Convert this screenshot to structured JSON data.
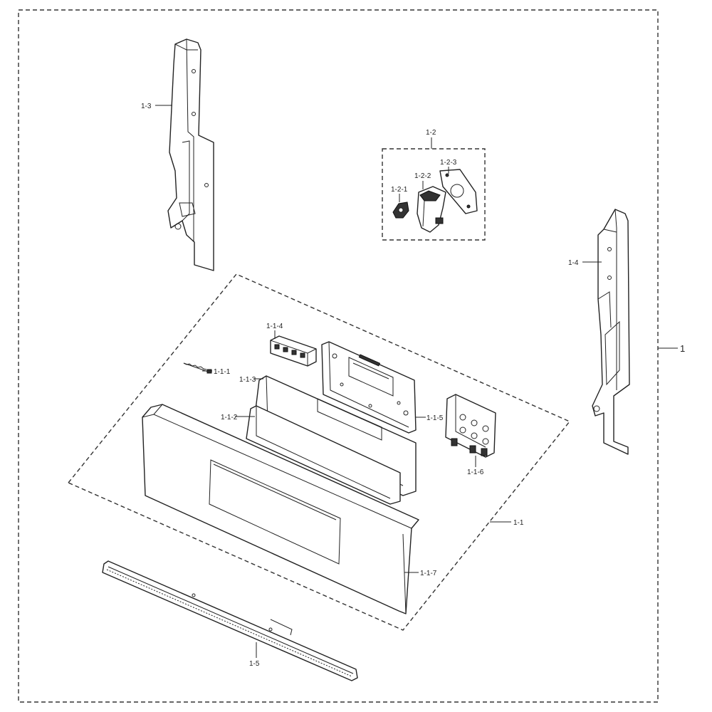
{
  "labels": {
    "assembly": "1",
    "panel_group": "1-1",
    "wire": "1-1-1",
    "overlay": "1-1-2",
    "frame": "1-1-3",
    "connector": "1-1-4",
    "main_pcb": "1-1-5",
    "sub_pcb": "1-1-6",
    "control_panel": "1-1-7",
    "knob_group": "1-2",
    "knob_cap": "1-2-1",
    "encoder": "1-2-2",
    "bracket": "1-2-3",
    "left_side_bracket": "1-3",
    "right_side_bracket": "1-4",
    "bottom_trim": "1-5"
  }
}
